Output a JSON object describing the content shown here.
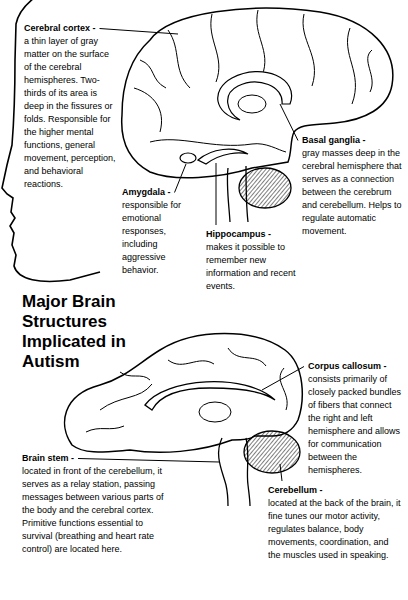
{
  "diagram": {
    "title": "Major Brain Structures Implicated in Autism",
    "labels": [
      "Cerebral cortex -",
      "a thin layer of gray matter on the surface of the cerebral hemispheres. Two-thirds of its area is deep in the fissures or folds. Responsible for the higher mental functions, general movement, perception, and behavioral reactions.",
      "Basal ganglia -",
      "gray masses deep in the cerebral hemisphere that serves as a connection between the cerebrum and cerebellum. Helps to regulate automatic movement.",
      "Amygdala -",
      "responsible for emotional responses, including aggressive behavior.",
      "Hippocampus -",
      "makes it possible to remember new information and recent events.",
      "Corpus callosum -",
      "consists primarily of closely packed bundles of fibers that connect the right and left hemisphere and allows for communication between the hemispheres.",
      "Brain stem -",
      "located in front of the cerebellum, it serves as a relay station, passing messages between various parts of the body and the cerebral cortex. Primitive functions essential to survival (breathing and heart rate control) are located here.",
      "Cerebellum -",
      "located at the back of the brain, it fine tunes our motor activity, regulates balance, body movements, coordination, and the muscles used in speaking."
    ]
  }
}
